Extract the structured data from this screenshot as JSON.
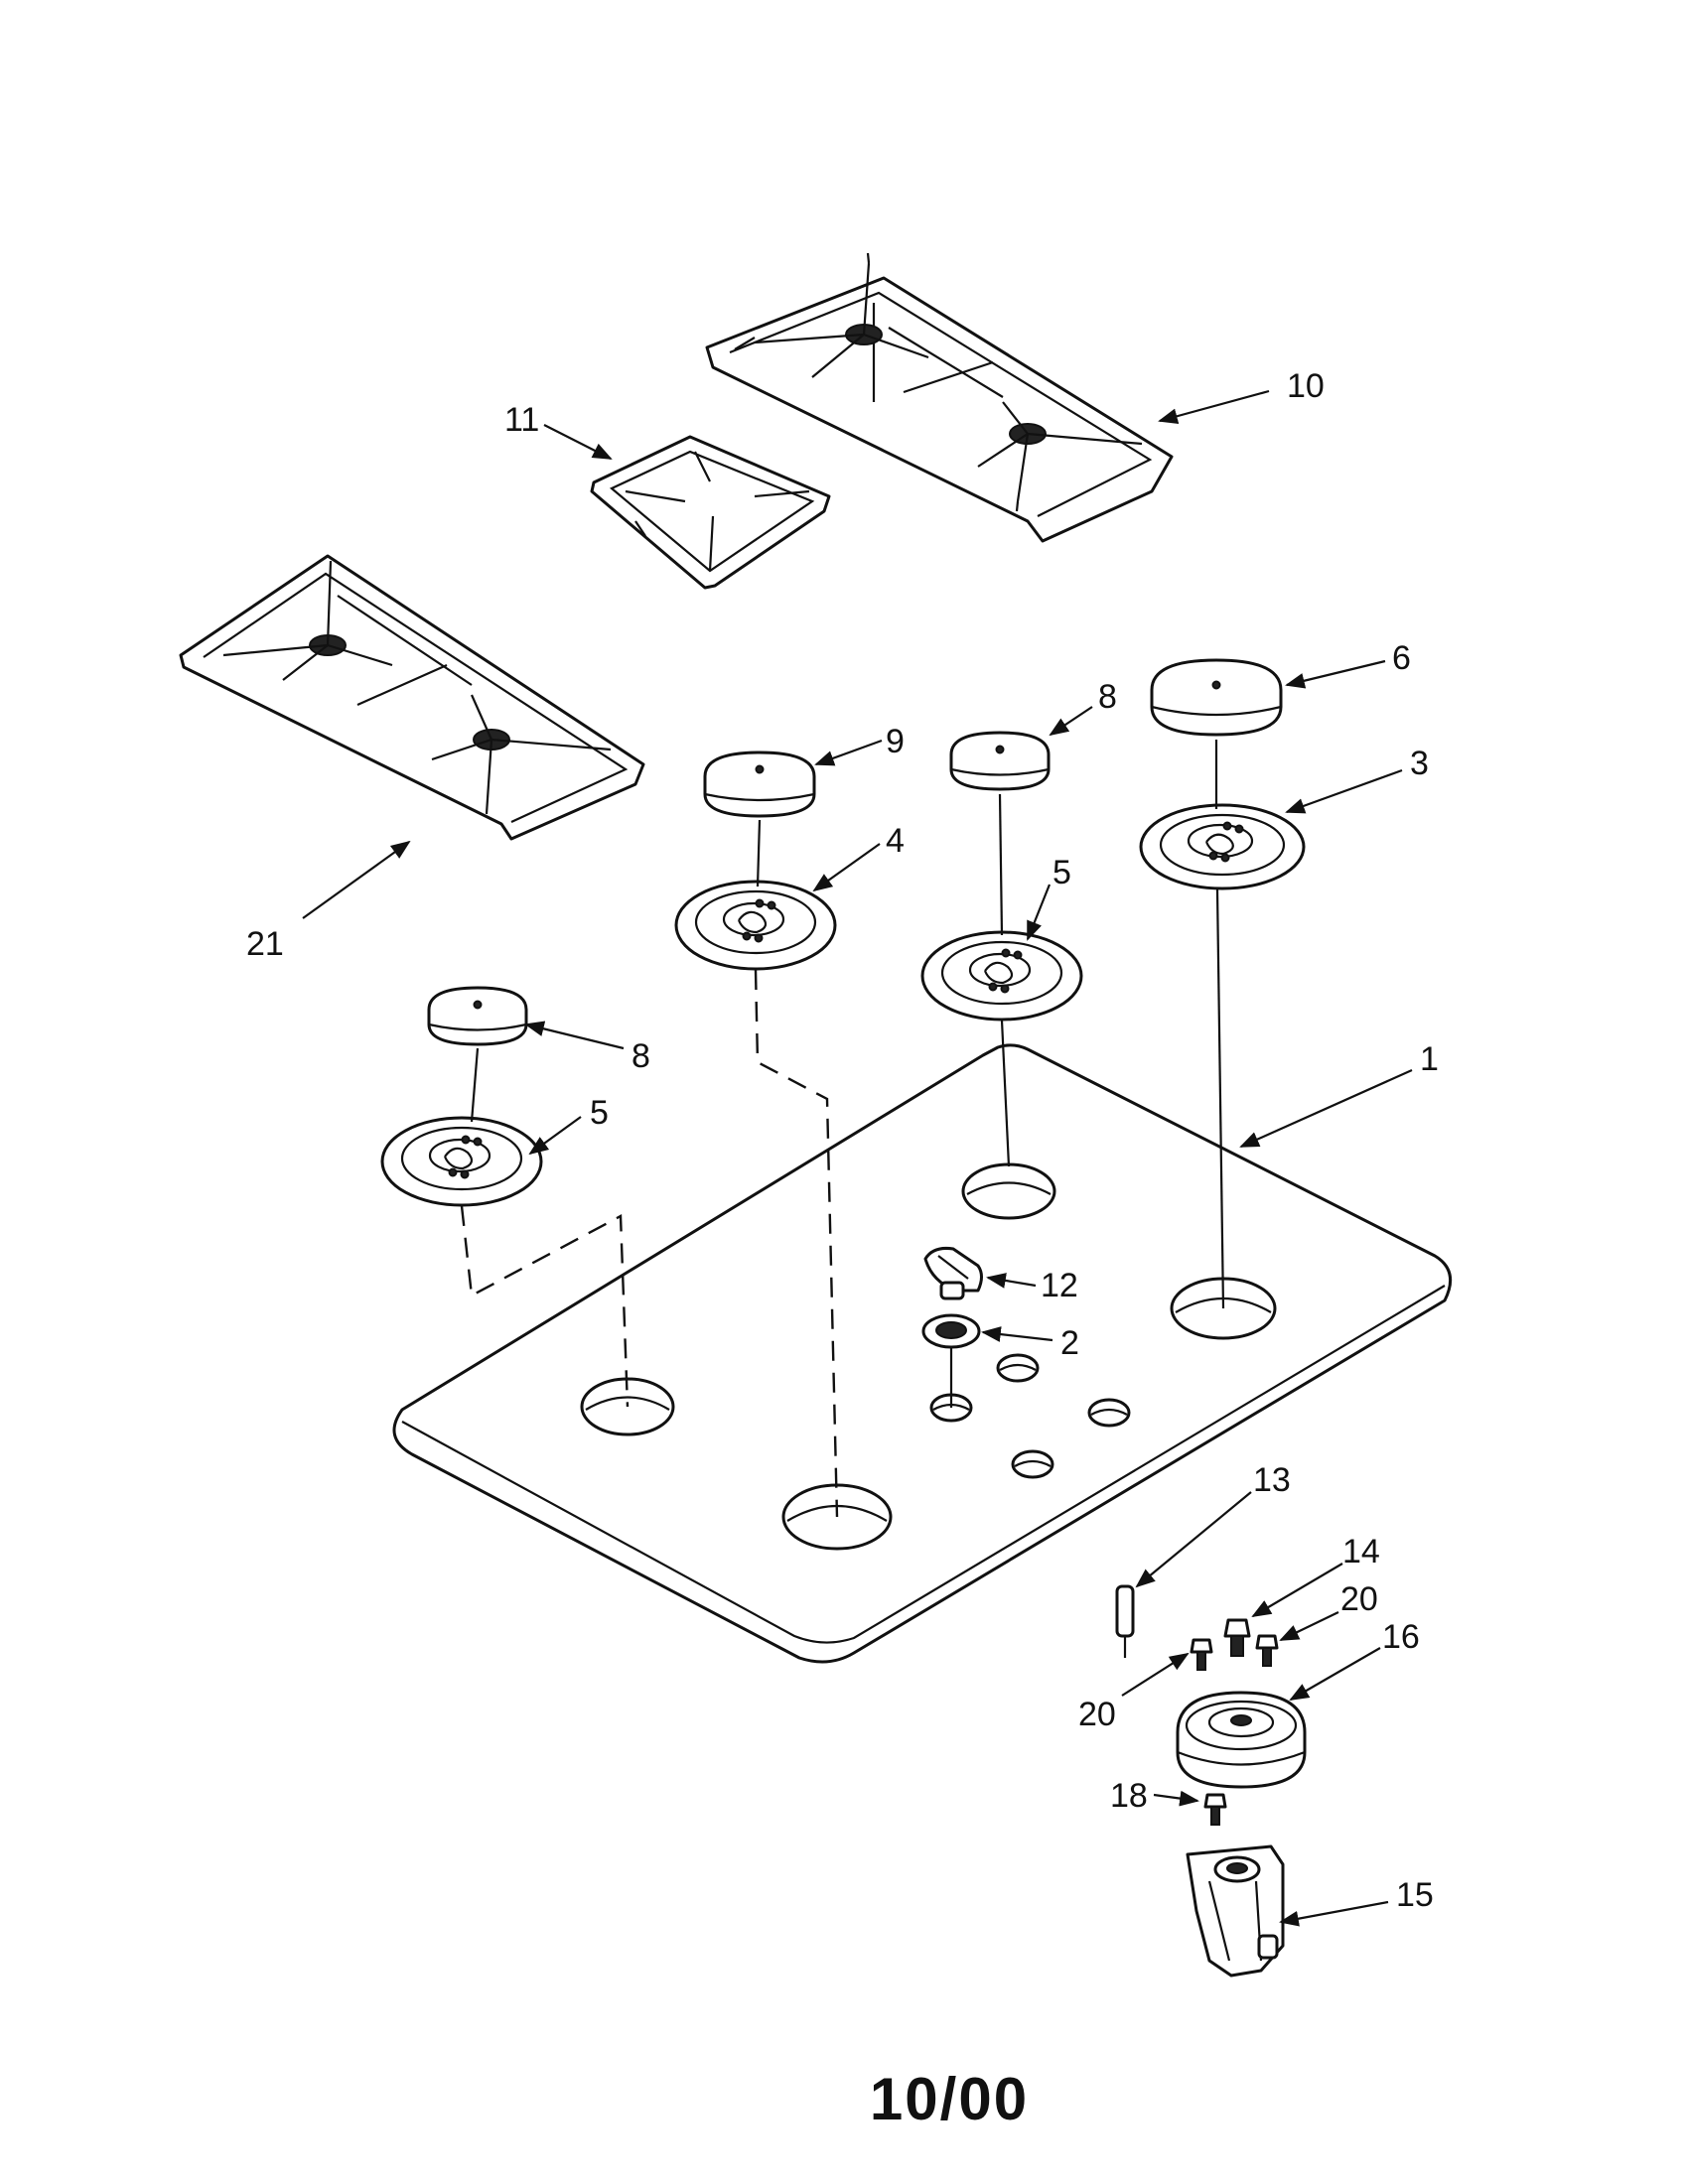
{
  "callouts": {
    "c1": "1",
    "c2": "2",
    "c3": "3",
    "c4": "4",
    "c5a": "5",
    "c5b": "5",
    "c6": "6",
    "c8a": "8",
    "c8b": "8",
    "c9": "9",
    "c10": "10",
    "c11": "11",
    "c12": "12",
    "c13": "13",
    "c14": "14",
    "c15": "15",
    "c16": "16",
    "c18": "18",
    "c20a": "20",
    "c20b": "20",
    "c21": "21"
  },
  "footer": {
    "date_code": "10/00"
  }
}
